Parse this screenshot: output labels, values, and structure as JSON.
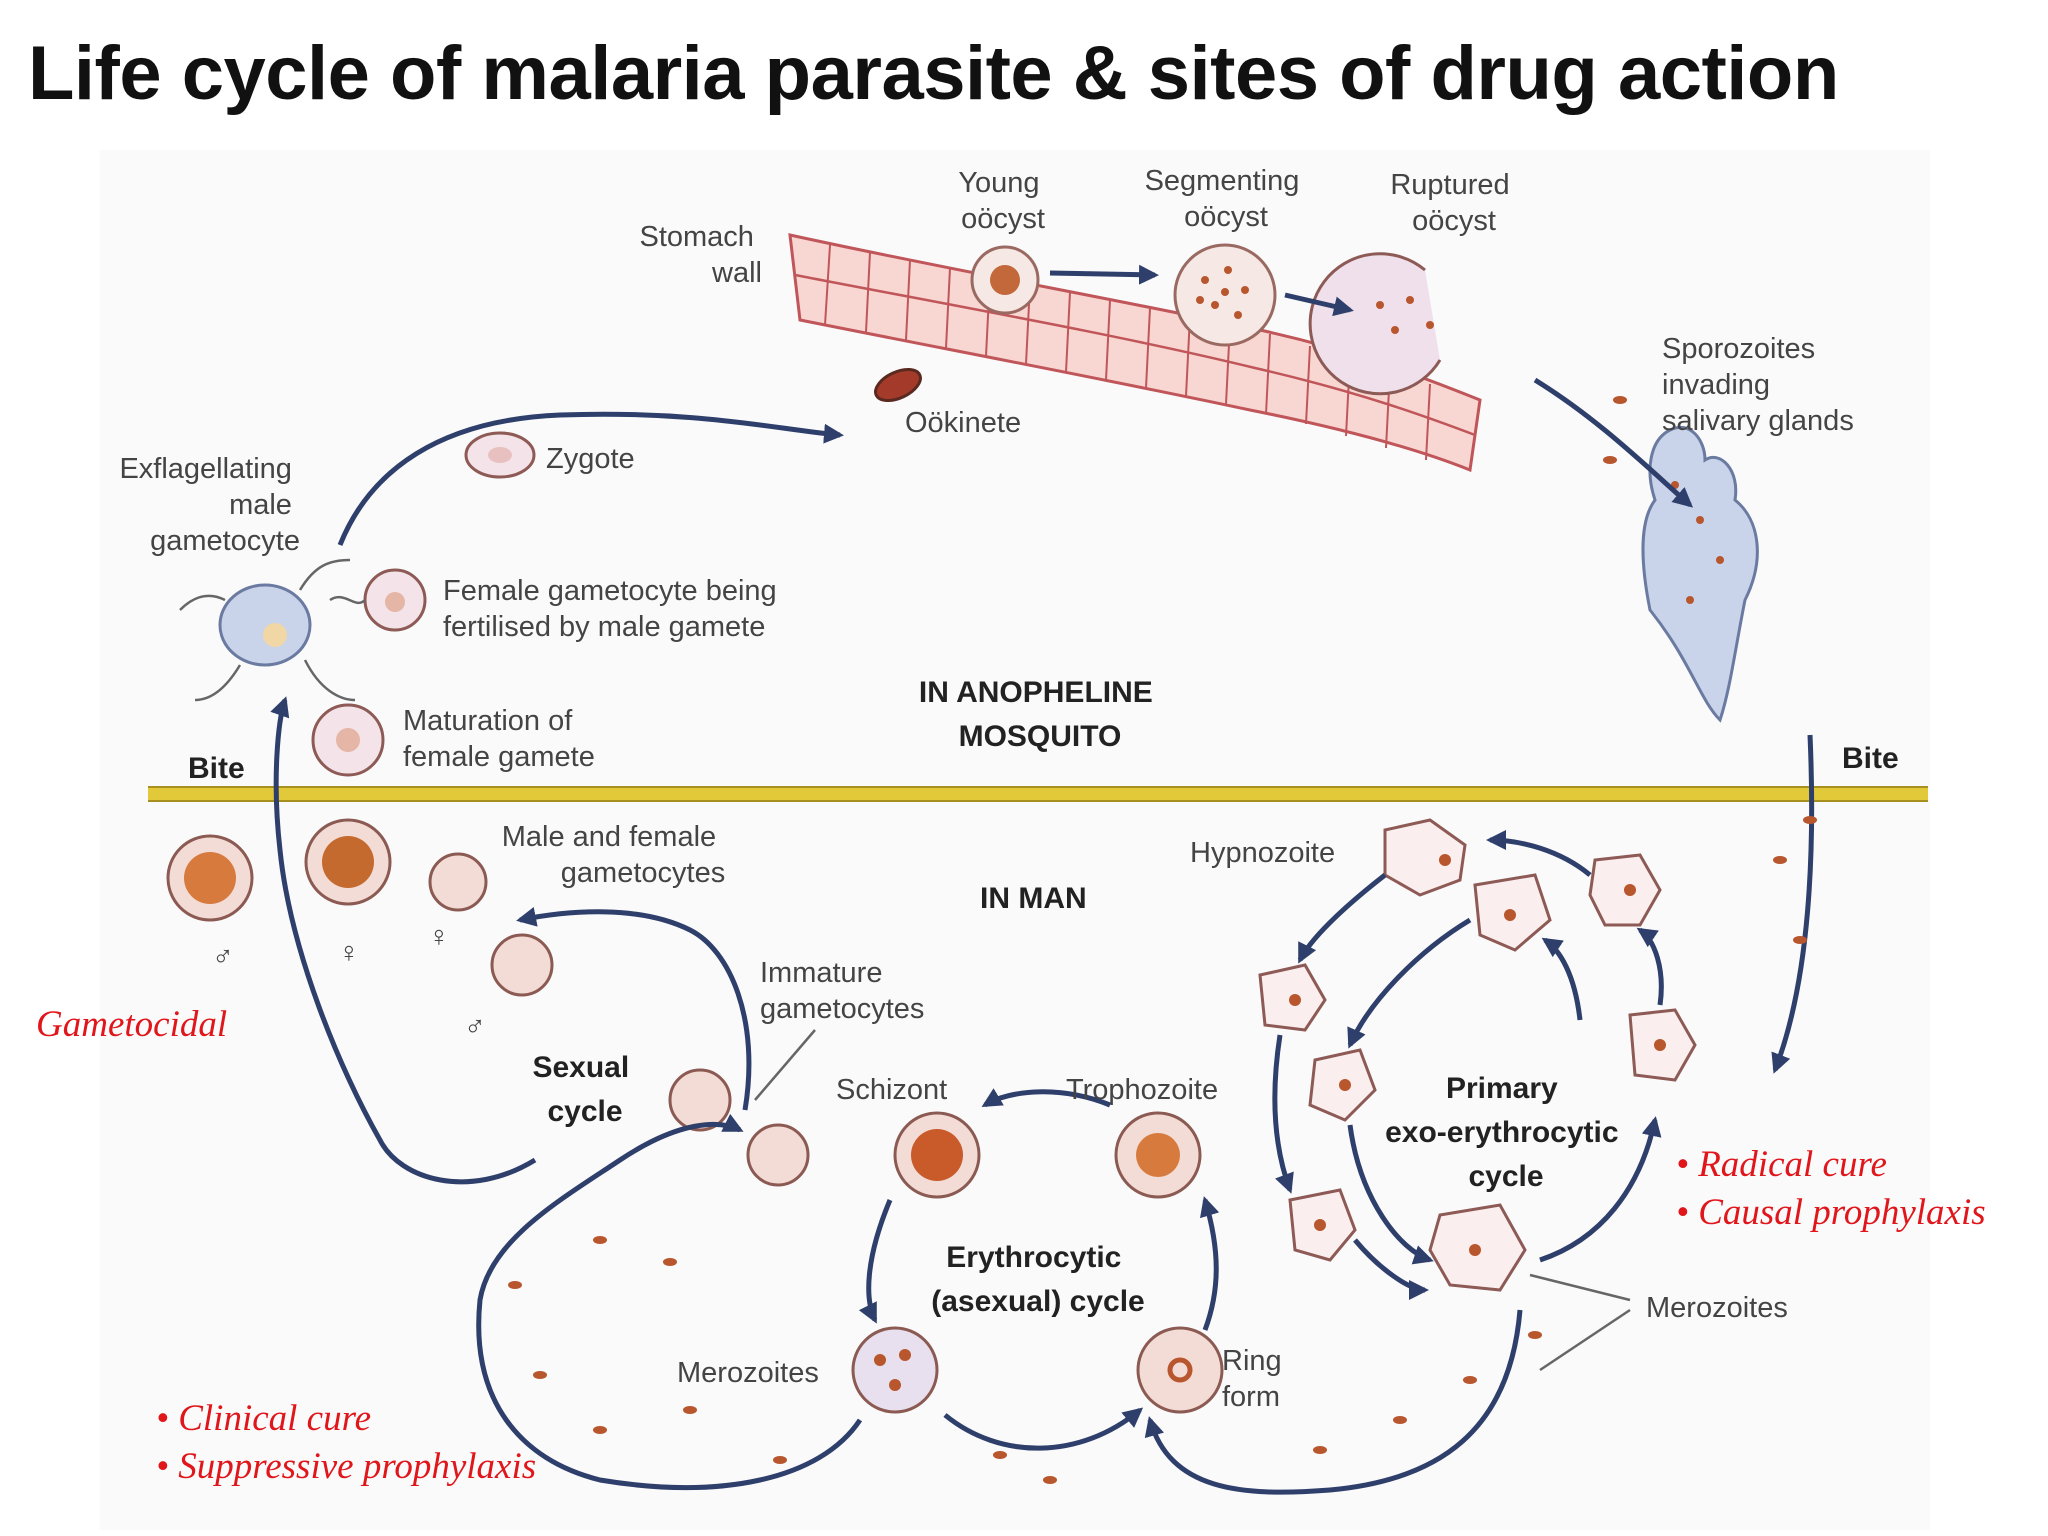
{
  "title": "Life cycle of malaria parasite & sites of drug action",
  "labels": {
    "young_oocyst": [
      "Young",
      "oöcyst"
    ],
    "segmenting_oocyst": [
      "Segmenting",
      "oöcyst"
    ],
    "ruptured_oocyst": [
      "Ruptured",
      "oöcyst"
    ],
    "stomach_wall": [
      "Stomach",
      "wall"
    ],
    "sporozoites": [
      "Sporozoites",
      "invading",
      "salivary glands"
    ],
    "ookinete": "Oökinete",
    "zygote": "Zygote",
    "exflagellating": [
      "Exflagellating",
      "male",
      "gametocyte"
    ],
    "female_fertilised": [
      "Female gametocyte being",
      "fertilised by male gamete"
    ],
    "in_mosquito": [
      "IN ANOPHELINE",
      "MOSQUITO"
    ],
    "maturation": [
      "Maturation of",
      "female gamete"
    ],
    "bite_left": "Bite",
    "bite_right": "Bite",
    "male_female_gametocytes": [
      "Male and female",
      "gametocytes"
    ],
    "hypnozoite": "Hypnozoite",
    "in_man": "IN MAN",
    "immature_gametocytes": [
      "Immature",
      "gametocytes"
    ],
    "sexual_cycle": [
      "Sexual",
      "cycle"
    ],
    "schizont": "Schizont",
    "trophozoite": "Trophozoite",
    "primary_cycle": [
      "Primary",
      "exo-erythrocytic",
      "cycle"
    ],
    "erythrocytic_cycle": [
      "Erythrocytic",
      "(asexual) cycle"
    ],
    "merozoites_left": "Merozoites",
    "merozoites_right": "Merozoites",
    "ring_form": [
      "Ring",
      "form"
    ],
    "male_symbol": "♂",
    "female_symbol": "♀"
  },
  "drug_actions": {
    "gametocidal": "Gametocidal",
    "radical_cure": "• Radical cure",
    "causal_prophylaxis": "• Causal prophylaxis",
    "clinical_cure": "• Clinical cure",
    "suppressive_prophylaxis": "• Suppressive prophylaxis"
  },
  "colors": {
    "title": "#111111",
    "drug_action_text": "#e0161b",
    "arrows": "#2f3f6b",
    "divider": "#e2c93a"
  }
}
